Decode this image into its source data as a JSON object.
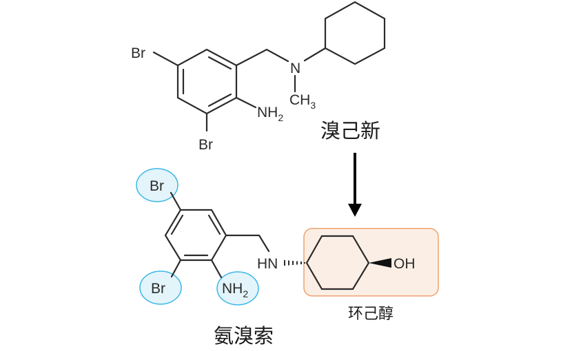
{
  "molecules": {
    "bromhexine": {
      "name": "溴己新",
      "atoms": {
        "br_top": "Br",
        "br_bottom": "Br",
        "nh2": "NH",
        "nh2_sub": "2",
        "n": "N",
        "ch3": "CH",
        "ch3_sub": "3"
      }
    },
    "ambroxol": {
      "name": "氨溴索",
      "atoms": {
        "br_top": "Br",
        "br_bottom": "Br",
        "nh2": "NH",
        "nh2_sub": "2",
        "hn": "HN",
        "oh": "OH"
      }
    },
    "cyclohexanol": {
      "name": "环己醇"
    }
  },
  "colors": {
    "highlight_fill": "#e3f4fb",
    "highlight_stroke": "#3bb7e6",
    "box_fill": "#fbefe5",
    "box_stroke": "#f0a06a"
  }
}
